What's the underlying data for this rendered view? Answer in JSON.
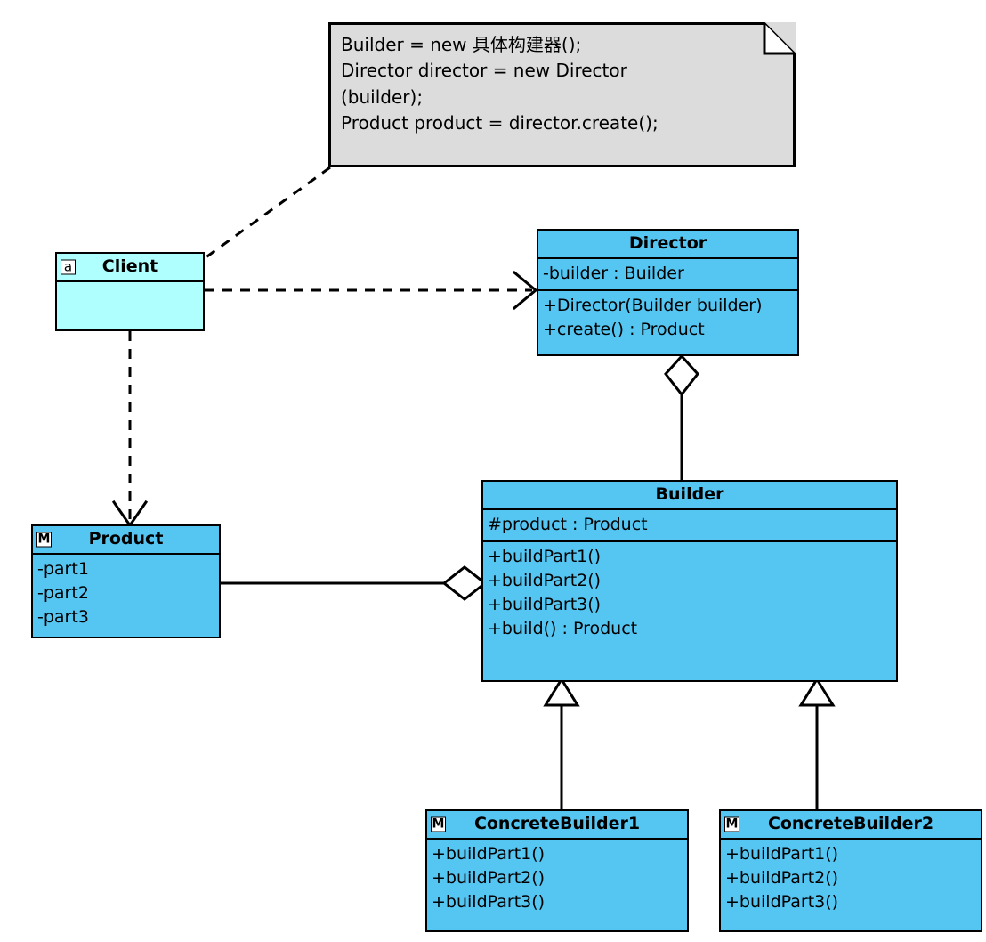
{
  "diagram": {
    "title": "Builder Pattern UML Class Diagram",
    "type": "uml-class-diagram",
    "colors": {
      "class_fill": "#55c5f2",
      "client_fill": "#aefffe",
      "note_fill": "#dcdcdc",
      "stroke": "#000000",
      "background": "#ffffff"
    }
  },
  "note": {
    "name": "code-note",
    "lines": [
      "Builder = new 具体构建器();",
      "Director director = new Director",
      "(builder);",
      "Product product = director.create();"
    ],
    "text": "Builder = new 具体构建器();\nDirector director = new Director\n(builder);\nProduct product = director.create();"
  },
  "classes": [
    {
      "id": "client",
      "name": "Client",
      "badge": "a",
      "badge_meaning": "abstract-marker",
      "attributes": [],
      "operations": []
    },
    {
      "id": "director",
      "name": "Director",
      "badge": "",
      "attributes": [
        "-builder : Builder"
      ],
      "operations": [
        "+Director(Builder builder)",
        "+create() : Product"
      ]
    },
    {
      "id": "builder",
      "name": "Builder",
      "badge": "",
      "attributes": [
        "#product : Product"
      ],
      "operations": [
        "+buildPart1()",
        "+buildPart2()",
        "+buildPart3()",
        "+build() : Product"
      ]
    },
    {
      "id": "product",
      "name": "Product",
      "badge": "M",
      "badge_meaning": "model-marker",
      "attributes": [
        "-part1",
        "-part2",
        "-part3"
      ],
      "operations": []
    },
    {
      "id": "concrete-builder-1",
      "name": "ConcreteBuilder1",
      "badge": "M",
      "badge_meaning": "model-marker",
      "attributes": [],
      "operations": [
        "+buildPart1()",
        "+buildPart2()",
        "+buildPart3()"
      ]
    },
    {
      "id": "concrete-builder-2",
      "name": "ConcreteBuilder2",
      "badge": "M",
      "badge_meaning": "model-marker",
      "attributes": [],
      "operations": [
        "+buildPart1()",
        "+buildPart2()",
        "+buildPart3()"
      ]
    }
  ],
  "relations": [
    {
      "id": "note-anchor",
      "from": "code-note",
      "to": "Client",
      "style": "dashed",
      "head": "none"
    },
    {
      "id": "client-director",
      "from": "Client",
      "to": "Director",
      "style": "dashed",
      "head": "open-arrow",
      "kind": "dependency"
    },
    {
      "id": "client-product",
      "from": "Client",
      "to": "Product",
      "style": "dashed",
      "head": "open-arrow",
      "kind": "dependency"
    },
    {
      "id": "director-builder",
      "from": "Director",
      "to": "Builder",
      "style": "solid",
      "head": "hollow-diamond",
      "kind": "aggregation"
    },
    {
      "id": "product-builder",
      "from": "Product",
      "to": "Builder",
      "style": "solid",
      "head": "hollow-diamond",
      "kind": "aggregation"
    },
    {
      "id": "cb1-builder",
      "from": "ConcreteBuilder1",
      "to": "Builder",
      "style": "solid",
      "head": "hollow-triangle",
      "kind": "generalization"
    },
    {
      "id": "cb2-builder",
      "from": "ConcreteBuilder2",
      "to": "Builder",
      "style": "solid",
      "head": "hollow-triangle",
      "kind": "generalization"
    }
  ]
}
